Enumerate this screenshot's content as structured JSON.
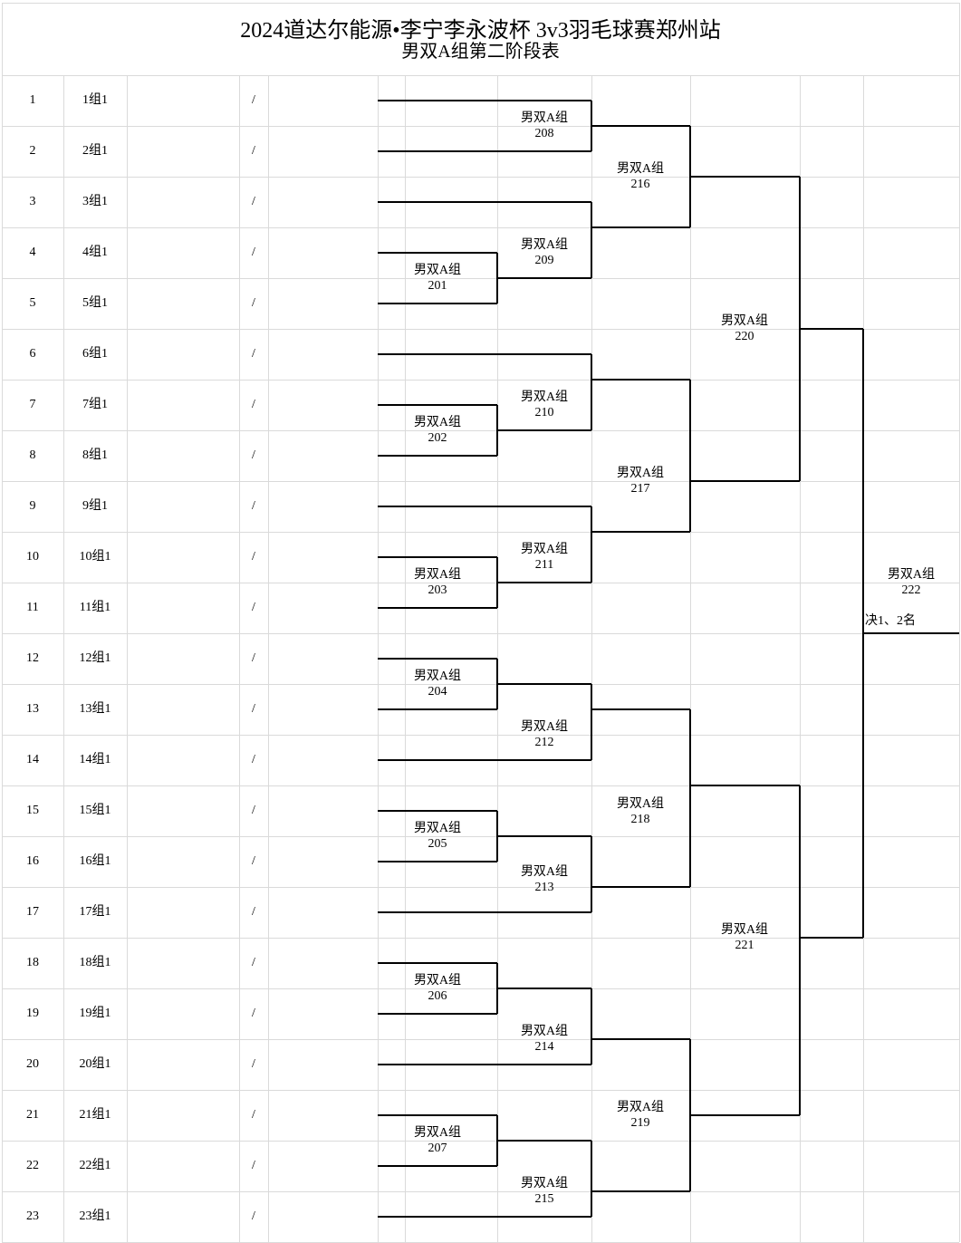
{
  "title": {
    "line1": "2024道达尔能源•李宁李永波杯 3v3羽毛球赛郑州站",
    "line2": "男双A组第二阶段表"
  },
  "table": {
    "rows": [
      {
        "no": "1",
        "group": "1组1",
        "result": "/"
      },
      {
        "no": "2",
        "group": "2组1",
        "result": "/"
      },
      {
        "no": "3",
        "group": "3组1",
        "result": "/"
      },
      {
        "no": "4",
        "group": "4组1",
        "result": "/"
      },
      {
        "no": "5",
        "group": "5组1",
        "result": "/"
      },
      {
        "no": "6",
        "group": "6组1",
        "result": "/"
      },
      {
        "no": "7",
        "group": "7组1",
        "result": "/"
      },
      {
        "no": "8",
        "group": "8组1",
        "result": "/"
      },
      {
        "no": "9",
        "group": "9组1",
        "result": "/"
      },
      {
        "no": "10",
        "group": "10组1",
        "result": "/"
      },
      {
        "no": "11",
        "group": "11组1",
        "result": "/"
      },
      {
        "no": "12",
        "group": "12组1",
        "result": "/"
      },
      {
        "no": "13",
        "group": "13组1",
        "result": "/"
      },
      {
        "no": "14",
        "group": "14组1",
        "result": "/"
      },
      {
        "no": "15",
        "group": "15组1",
        "result": "/"
      },
      {
        "no": "16",
        "group": "16组1",
        "result": "/"
      },
      {
        "no": "17",
        "group": "17组1",
        "result": "/"
      },
      {
        "no": "18",
        "group": "18组1",
        "result": "/"
      },
      {
        "no": "19",
        "group": "19组1",
        "result": "/"
      },
      {
        "no": "20",
        "group": "20组1",
        "result": "/"
      },
      {
        "no": "21",
        "group": "21组1",
        "result": "/"
      },
      {
        "no": "22",
        "group": "22组1",
        "result": "/"
      },
      {
        "no": "23",
        "group": "23组1",
        "result": "/"
      }
    ]
  },
  "bracket": {
    "matches": [
      {
        "number": "201",
        "label": "男双A组"
      },
      {
        "number": "202",
        "label": "男双A组"
      },
      {
        "number": "203",
        "label": "男双A组"
      },
      {
        "number": "204",
        "label": "男双A组"
      },
      {
        "number": "205",
        "label": "男双A组"
      },
      {
        "number": "206",
        "label": "男双A组"
      },
      {
        "number": "207",
        "label": "男双A组"
      },
      {
        "number": "208",
        "label": "男双A组"
      },
      {
        "number": "209",
        "label": "男双A组"
      },
      {
        "number": "210",
        "label": "男双A组"
      },
      {
        "number": "211",
        "label": "男双A组"
      },
      {
        "number": "212",
        "label": "男双A组"
      },
      {
        "number": "213",
        "label": "男双A组"
      },
      {
        "number": "214",
        "label": "男双A组"
      },
      {
        "number": "215",
        "label": "男双A组"
      },
      {
        "number": "216",
        "label": "男双A组"
      },
      {
        "number": "217",
        "label": "男双A组"
      },
      {
        "number": "218",
        "label": "男双A组"
      },
      {
        "number": "219",
        "label": "男双A组"
      },
      {
        "number": "220",
        "label": "男双A组"
      },
      {
        "number": "221",
        "label": "男双A组"
      },
      {
        "number": "222",
        "label": "男双A组"
      }
    ],
    "final_note": "决1、2名"
  },
  "colors": {
    "grid_line": "#dadada",
    "bracket_line": "#000000",
    "text": "#000000",
    "background": "#ffffff"
  }
}
